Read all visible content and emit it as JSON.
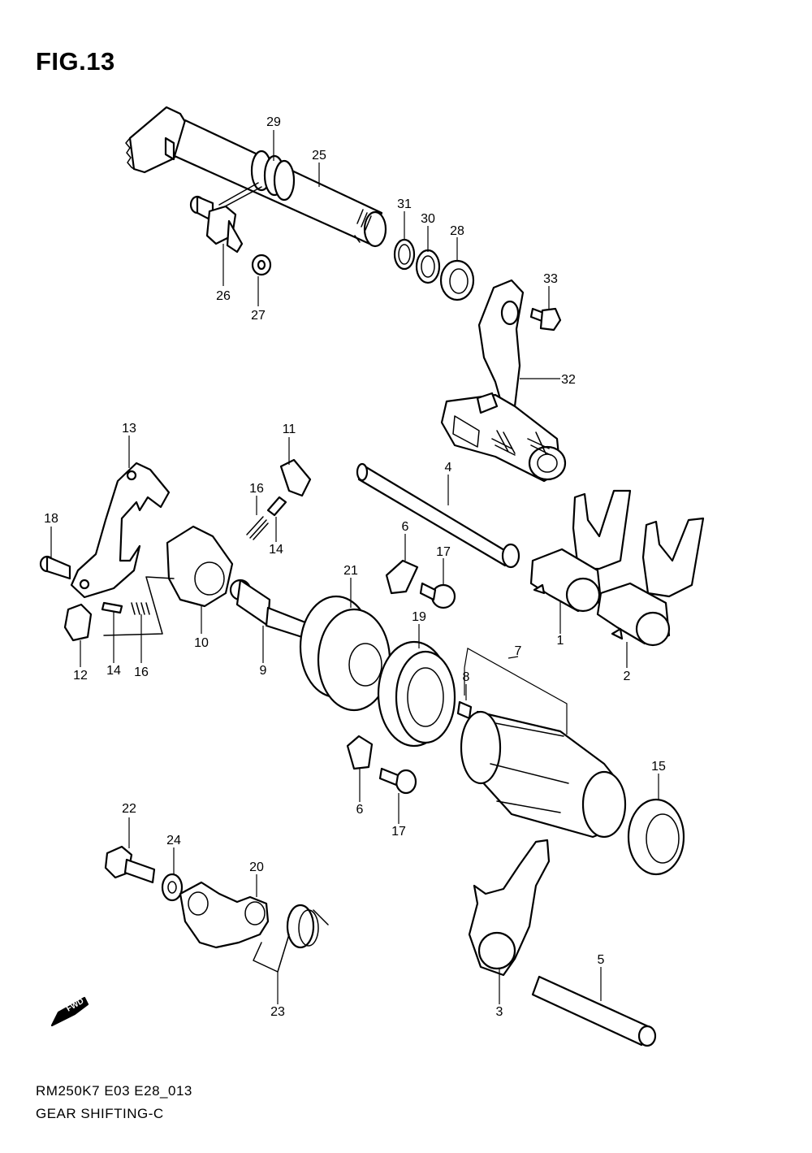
{
  "figure": {
    "title": "FIG.13"
  },
  "footer": {
    "code": "RM250K7 E03 E28_013",
    "name": "GEAR SHIFTING-C"
  },
  "fwd_label": "FWD",
  "callouts": [
    {
      "num": "29"
    },
    {
      "num": "25"
    },
    {
      "num": "31"
    },
    {
      "num": "30"
    },
    {
      "num": "28"
    },
    {
      "num": "26"
    },
    {
      "num": "27"
    },
    {
      "num": "33"
    },
    {
      "num": "32"
    },
    {
      "num": "13"
    },
    {
      "num": "11"
    },
    {
      "num": "4"
    },
    {
      "num": "16"
    },
    {
      "num": "14"
    },
    {
      "num": "18"
    },
    {
      "num": "6"
    },
    {
      "num": "17"
    },
    {
      "num": "21"
    },
    {
      "num": "19"
    },
    {
      "num": "7"
    },
    {
      "num": "8"
    },
    {
      "num": "1"
    },
    {
      "num": "2"
    },
    {
      "num": "10"
    },
    {
      "num": "9"
    },
    {
      "num": "12"
    },
    {
      "num": "14"
    },
    {
      "num": "16"
    },
    {
      "num": "6"
    },
    {
      "num": "17"
    },
    {
      "num": "15"
    },
    {
      "num": "22"
    },
    {
      "num": "24"
    },
    {
      "num": "20"
    },
    {
      "num": "23"
    },
    {
      "num": "3"
    },
    {
      "num": "5"
    }
  ]
}
